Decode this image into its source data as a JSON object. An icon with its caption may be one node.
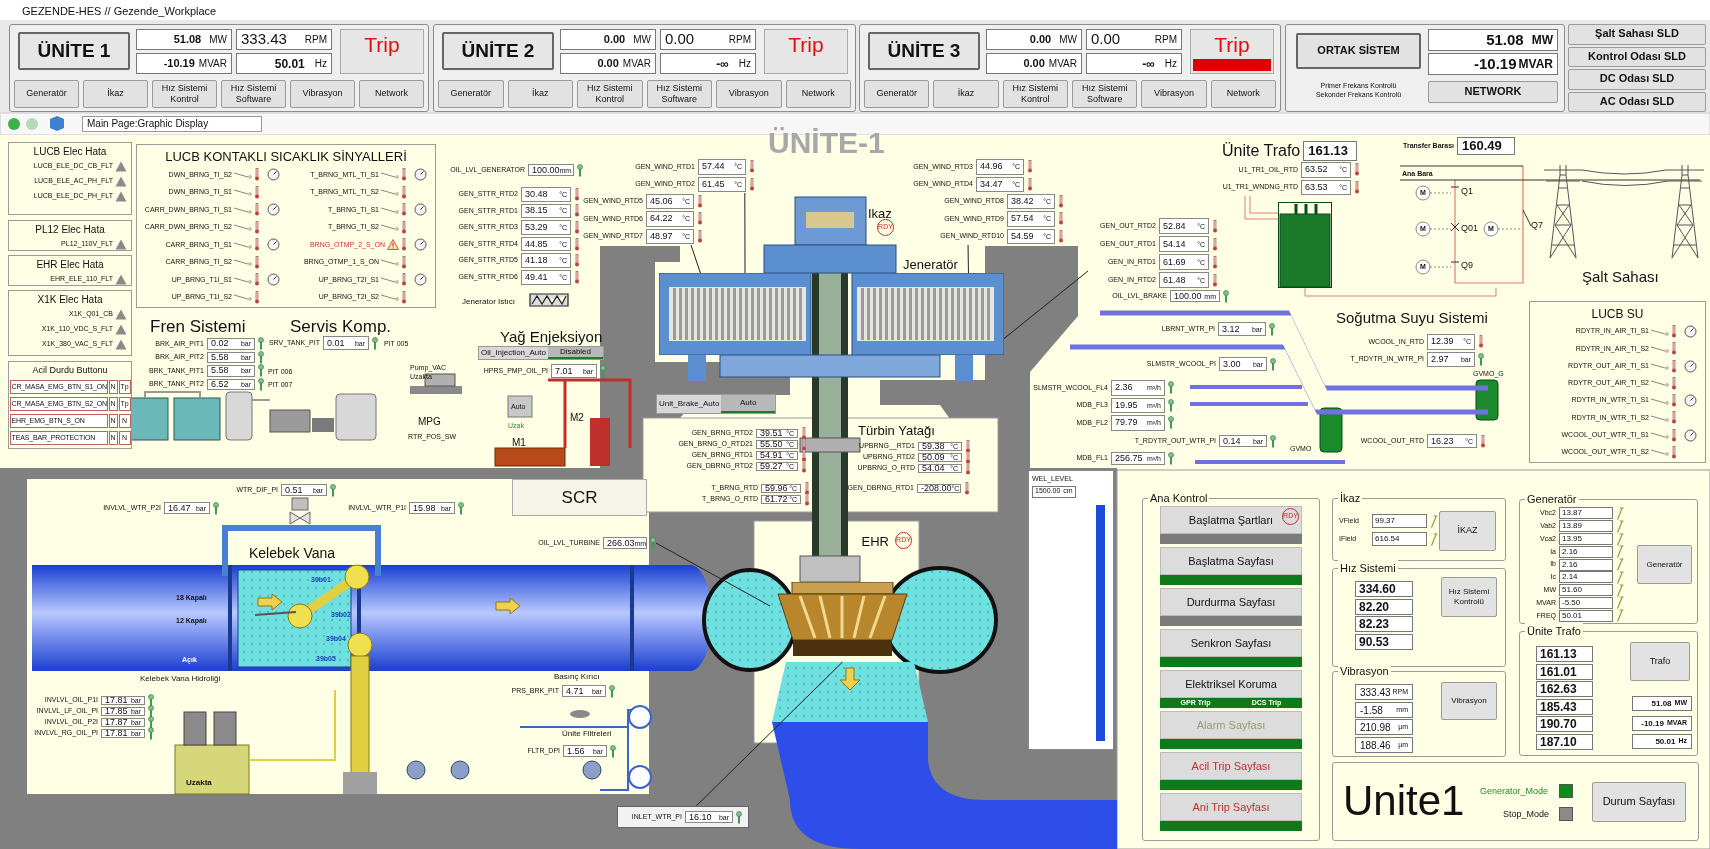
{
  "diagram": {
    "nodes": [
      {
        "text": [
          "ÜNİTE 1",
          "51.08",
          "MW",
          "-10.19",
          "MVAR",
          "333.43",
          "RPM",
          "50.01",
          "Hz",
          "Trip",
          "Generatör",
          "İkaz",
          "Hız Sistemi Kontrol",
          "Hız Sistemi Software",
          "Vibrasyon",
          "Network"
        ]
      },
      {
        "text": [
          "ÜNİTE 2",
          "0.00",
          "MW",
          "0.00",
          "MVAR",
          "0.00",
          "RPM",
          "-∞",
          "Hz",
          "Trip",
          "Generatör",
          "İkaz",
          "Hız Sistemi Kontrol",
          "Hız Sistemi Software",
          "Vibrasyon",
          "Network"
        ]
      },
      {
        "text": [
          "ÜNİTE 3",
          "0.00",
          "MW",
          "0.00",
          "MVAR",
          "0.00",
          "RPM",
          "-∞",
          "Hz",
          "Trip",
          "Generatör",
          "İkaz",
          "Hız Sistemi Kontrol",
          "Hız Sistemi Software",
          "Vibrasyon",
          "Network"
        ]
      },
      {
        "text": [
          "ORTAK SİSTEM",
          "51.08",
          "MW",
          "-10.19",
          "MVAR",
          "Primer Frekans Kontrolü",
          "Sekonder Frekans Kontrolü",
          "NETWORK"
        ]
      },
      {
        "text": [
          "Şalt Sahası SLD",
          "Kontrol Odası SLD",
          "DC Odası SLD",
          "AC Odası SLD"
        ]
      },
      {
        "text": [
          "LUCB Elec Hata",
          "LUCB_ELE_DC_CB_FLT",
          "LUCB_ELE_AC_PH_FLT",
          "LUCB_ELE_DC_PH_FLT"
        ]
      },
      {
        "text": [
          "PL12 Elec Hata",
          "PL12_110V_FLT"
        ]
      },
      {
        "text": [
          "EHR Elec Hata",
          "EHR_ELE_110_FLT"
        ]
      },
      {
        "text": [
          "X1K Elec Hata",
          "X1K_Q01_CB",
          "X1K_110_VDC_S_FLT",
          "X1K_380_VAC_S_FLT"
        ]
      },
      {
        "text": [
          "Acil Durdu Buttonu",
          "CR_MASA_EMG_BTN_S1_ON",
          "N",
          "Tp",
          "CR_MASA_EMG_BTN_S2_ON",
          "N",
          "Tp",
          "EHR_EMG_BTN_S_ON",
          "N",
          "N",
          "TEAS_BAR_PROTECTION",
          "N",
          "N"
        ]
      },
      {
        "text": [
          "LUCB KONTAKLI SICAKLIK SİNYALLERİ",
          "DWN_BRNG_TI_S2",
          "T_BRNG_MTL_TI_S1",
          "DWN_BRNG_TI_S1",
          "T_BRNG_MTL_TI_S2",
          "CARR_DWN_BRNG_TI_S1",
          "T_BRNG_TI_S1",
          "CARR_DWN_BRNG_TI_S2",
          "T_BRNG_TI_S2",
          "CARR_BRNG_TI_S1",
          "BRNG_OTMP_2_S_ON",
          "CARR_BRNG_TI_S2",
          "BRNG_OTMP_1_S_ON",
          "UP_BRNG_T1I_S1",
          "UP_BRNG_T2I_S1",
          "UP_BRNG_T1I_S2",
          "UP_BRNG_T2I_S2"
        ]
      },
      {
        "text": [
          "BRK_AIR_PIT1",
          "0.02",
          "bar",
          "BRK_AIR_PIT2",
          "5.58",
          "bar",
          "BRK_TANK_PIT1",
          "5.58",
          "bar",
          "BRK_TANK_PIT2",
          "6.52",
          "bar"
        ]
      },
      {
        "text": [
          "SRV_TANK_PIT",
          "0.01",
          "bar"
        ]
      },
      {
        "text": [
          "OIL_LVL_GENERATOR",
          "100.00",
          "mm"
        ]
      },
      {
        "text": [
          "GEN_STTR_RTD2",
          "30.48",
          "°C",
          "GEN_STTR_RTD1",
          "38.15",
          "°C",
          "GEN_STTR_RTD3",
          "53.29",
          "°C",
          "GEN_STTR_RTD4",
          "44.85",
          "°C",
          "GEN_STTR_RTD5",
          "41.18",
          "°C",
          "GEN_STTR_RTD6",
          "49.41",
          "°C"
        ]
      },
      {
        "text": [
          "GEN_WIND_RTD1",
          "57.44",
          "°C",
          "GEN_WIND_RTD2",
          "61.45",
          "°C"
        ]
      },
      {
        "text": [
          "GEN_WIND_RTD5",
          "45.06",
          "°C",
          "GEN_WIND_RTD6",
          "64.22",
          "°C",
          "GEN_WIND_RTD7",
          "48.97",
          "°C"
        ]
      },
      {
        "text": [
          "GEN_WIND_RTD3",
          "44.96",
          "°C",
          "GEN_WIND_RTD4",
          "34.47",
          "°C"
        ]
      },
      {
        "text": [
          "GEN_WIND_RTD8",
          "38.42",
          "°C",
          "GEN_WIND_RTD9",
          "57.54",
          "°C",
          "GEN_WIND_RTD10",
          "54.59",
          "°C"
        ]
      },
      {
        "text": [
          "Oil_Injection_Auto",
          "Disabled"
        ]
      },
      {
        "text": [
          "HPRS_PMP_OIL_PI",
          "7.01",
          "bar"
        ]
      },
      {
        "text": [
          "Unit_Brake_Auto",
          "Auto"
        ]
      },
      {
        "text": [
          "GEN_BRNG_RTD2",
          "39.51",
          "°C",
          "GEN_BRNG_O_RTD21",
          "55.50",
          "°C",
          "GEN_BRNG_RTD1",
          "54.91",
          "°C",
          "GEN_DBRNG_RTD2",
          "59.27",
          "°C"
        ]
      },
      {
        "text": [
          "UPBRNG__RTD1",
          "59.38",
          "°C",
          "UPBRNG_RTD2",
          "50.09",
          "°C",
          "UPBRNG_O_RTD",
          "54.04",
          "°C"
        ]
      },
      {
        "text": [
          "T_BRNG_RTD",
          "59.96",
          "°C",
          "T_BRNG_O_RTD",
          "61.72",
          "°C"
        ]
      },
      {
        "text": [
          "GEN_DBRNG_RTD1",
          "-208.00",
          "°C"
        ]
      },
      {
        "text": [
          "Ünite Trafo",
          "161.13"
        ]
      },
      {
        "text": [
          "Transfer Barası",
          "160.49"
        ]
      },
      {
        "text": [
          "U1_TR1_OIL_RTD",
          "63.52",
          "°C",
          "U1_TR1_WNDNG_RTD",
          "63.53",
          "°C"
        ]
      },
      {
        "text": [
          "GEN_OUT_RTD2",
          "52.84",
          "°C",
          "GEN_OUT_RTD1",
          "54.14",
          "°C",
          "GEN_IN_RTD1",
          "61.69",
          "°C",
          "GEN_IN_RTD2",
          "61.48",
          "°C"
        ]
      },
      {
        "text": [
          "OIL_LVL_BRAKE",
          "100.00",
          "mm"
        ]
      },
      {
        "text": [
          "LBRNT_WTR_PI",
          "3.12",
          "bar"
        ]
      },
      {
        "text": [
          "SLMSTR_WCOOL_PI",
          "3.00",
          "bar"
        ]
      },
      {
        "text": [
          "SLMSTR_WCOOL_FL4",
          "2.36",
          "m³/h",
          "MDB_FL3",
          "19.95",
          "m³/h",
          "MDB_FL2",
          "79.79",
          "m³/h"
        ]
      },
      {
        "text": [
          "T_RDYTR_OUT_WTR_PI",
          "0.14",
          "bar"
        ]
      },
      {
        "text": [
          "MDB_FL1",
          "256.75",
          "m³/h"
        ]
      },
      {
        "text": [
          "WCOOL_IN_RTD",
          "12.39",
          "°C",
          "T_RDYTR_IN_WTR_PI",
          "2.97",
          "bar"
        ]
      },
      {
        "text": [
          "WCOOL_OUT_RTD",
          "16.23",
          "°C"
        ]
      },
      {
        "text": [
          "LUCB SU",
          "RDYTR_IN_AIR_TI_S1",
          "RDYTR_IN_AIR_TI_S2",
          "RDYTR_OUT_AIR_TI_S1",
          "RDYTR_OUT_AIR_TI_S2",
          "RDYTR_IN_WTR_TI_S1",
          "RDYTR_IN_WTR_TI_S2",
          "WCOOL_OUT_WTR_TI_S1",
          "WCOOL_OUT_WTR_TI_S2"
        ]
      },
      {
        "text": [
          "SCR"
        ]
      },
      {
        "text": [
          "WTR_DIF_PI",
          "0.51",
          "bar"
        ]
      },
      {
        "text": [
          "INVLVL_WTR_P2I",
          "16.47",
          "bar"
        ]
      },
      {
        "text": [
          "INVLVL_WTR_P1I",
          "15.98",
          "bar"
        ]
      },
      {
        "text": [
          "INVLVL_OIL_P1I",
          "17.81",
          "bar",
          "INVLVL_LF_OIL_PI",
          "17.85",
          "bar",
          "INVLVL_OIL_P2I",
          "17.87",
          "bar",
          "INVLVL_RG_OIL_PI",
          "17.81",
          "bar"
        ]
      },
      {
        "text": [
          "PRS_BRK_PIT",
          "4.71",
          "bar"
        ]
      },
      {
        "text": [
          "FLTR_DPI",
          "1.56",
          "bar"
        ]
      },
      {
        "text": [
          "OIL_LVL_TURBINE",
          "266.03",
          "mm"
        ]
      },
      {
        "text": [
          "INLET_WTR_PI",
          "16.10",
          "bar"
        ]
      },
      {
        "text": [
          "EHR"
        ]
      },
      {
        "text": [
          "WEL_LEVEL",
          "1500.00",
          "cm"
        ]
      },
      {
        "text": [
          "Ana Kontrol",
          "Başlatma Şartları",
          "Başlatma Sayfası",
          "Durdurma Sayfası",
          "Senkron Sayfası",
          "Elektriksel Koruma",
          "GPR Trip",
          "DCS Trip",
          "Alarm Sayfası",
          "Acil Trip Sayfası",
          "Ani Trip Sayfası"
        ]
      },
      {
        "text": [
          "İkaz",
          "VField",
          "99.37",
          "IField",
          "616.54",
          "İKAZ"
        ]
      },
      {
        "text": [
          "Hız Sistemi",
          "334.60",
          "82.20",
          "82.23",
          "90.53",
          "Hız Sistemi Kontrolü"
        ]
      },
      {
        "text": [
          "Vibrasyon",
          "333.43",
          "RPM",
          "-1.58",
          "mm",
          "210.98",
          "µm",
          "188.46",
          "µm",
          "Vibrasyon"
        ]
      },
      {
        "text": [
          "Generatör",
          "Vbc2",
          "13.87",
          "Vab2",
          "13.89",
          "Vca2",
          "13.95",
          "Ia",
          "2.16",
          "Ib",
          "2.16",
          "Ic",
          "2.14",
          "MW",
          "51.60",
          "MVAR",
          "-5.50",
          "FREQ",
          "50.01",
          "Generatör"
        ]
      },
      {
        "text": [
          "Ünite Trafo",
          "161.13",
          "161.01",
          "162.63",
          "185.43",
          "190.70",
          "187.10",
          "Trafo",
          "51.08",
          "MW",
          "-10.19",
          "MVAR",
          "50.01",
          "Hz"
        ]
      },
      {
        "text": [
          "Unite1",
          "Generator_Mode",
          "Stop_Mode",
          "Durum Sayfası"
        ]
      },
      {
        "text": [],
        "shape": "picture"
      },
      {
        "text": [],
        "shape": "picture",
        "in": 48
      },
      {
        "text": [],
        "shape": "box"
      },
      {
        "text": [],
        "shape": "picture"
      },
      {
        "text": [],
        "shape": "picture"
      }
    ],
    "edges": [
      {
        "from": 15,
        "to": 57,
        "arrow": "none"
      },
      {
        "from": 16,
        "to": 57,
        "arrow": "none"
      },
      {
        "from": 18,
        "to": 57,
        "arrow": "none"
      },
      {
        "from": 29,
        "to": 57,
        "arrow": "none"
      },
      {
        "from": 46,
        "to": 58,
        "arrow": "none"
      },
      {
        "from": 47,
        "to": 58,
        "arrow": "none"
      },
      {
        "from": 59,
        "to": 60,
        "arrow": "none",
        "color": "#e08070"
      },
      {
        "from": 28,
        "to": 59,
        "arrow": "none",
        "color": "#e08070"
      },
      {
        "from": 28,
        "to": 59,
        "arrow": "none",
        "color": "#e08070"
      }
    ],
    "labels": [
      "GEZENDE-HES // Gezende_Workplace",
      "Main Page:Graphic Display",
      "ÜNİTE-1",
      "Fren Sistemi",
      "Servis Komp.",
      "PIT 005",
      "PIT 006",
      "PIT 007",
      "Jenerator Istıcı",
      "Yağ Enjeksiyon",
      "Pump_VAC",
      "Uzakta",
      "Auto",
      "M2",
      "MPG",
      "Uzak",
      "RTR_POS_SW",
      "M1",
      "Ikaz",
      "RDY",
      "Jeneratör",
      "Türbin Yatağı",
      "Ana Bara",
      "M",
      "Q1",
      "M",
      "Q01",
      "M",
      "Q7",
      "M",
      "Q9",
      "Şalt Sahası",
      "Soğutma Suyu Sistemi",
      "GVMO_G",
      "GVMO",
      "Kelebek Vana",
      "39b01",
      "18 Kapalı",
      "39b02",
      "12 Kapalı",
      "39b04",
      "Açık",
      "39b05",
      "Kelebek Vana Hidroliği",
      "Uzakta",
      "Basınç Kırıcı",
      "Ünite Filtreleri",
      "RDY",
      "RDY"
    ]
  }
}
